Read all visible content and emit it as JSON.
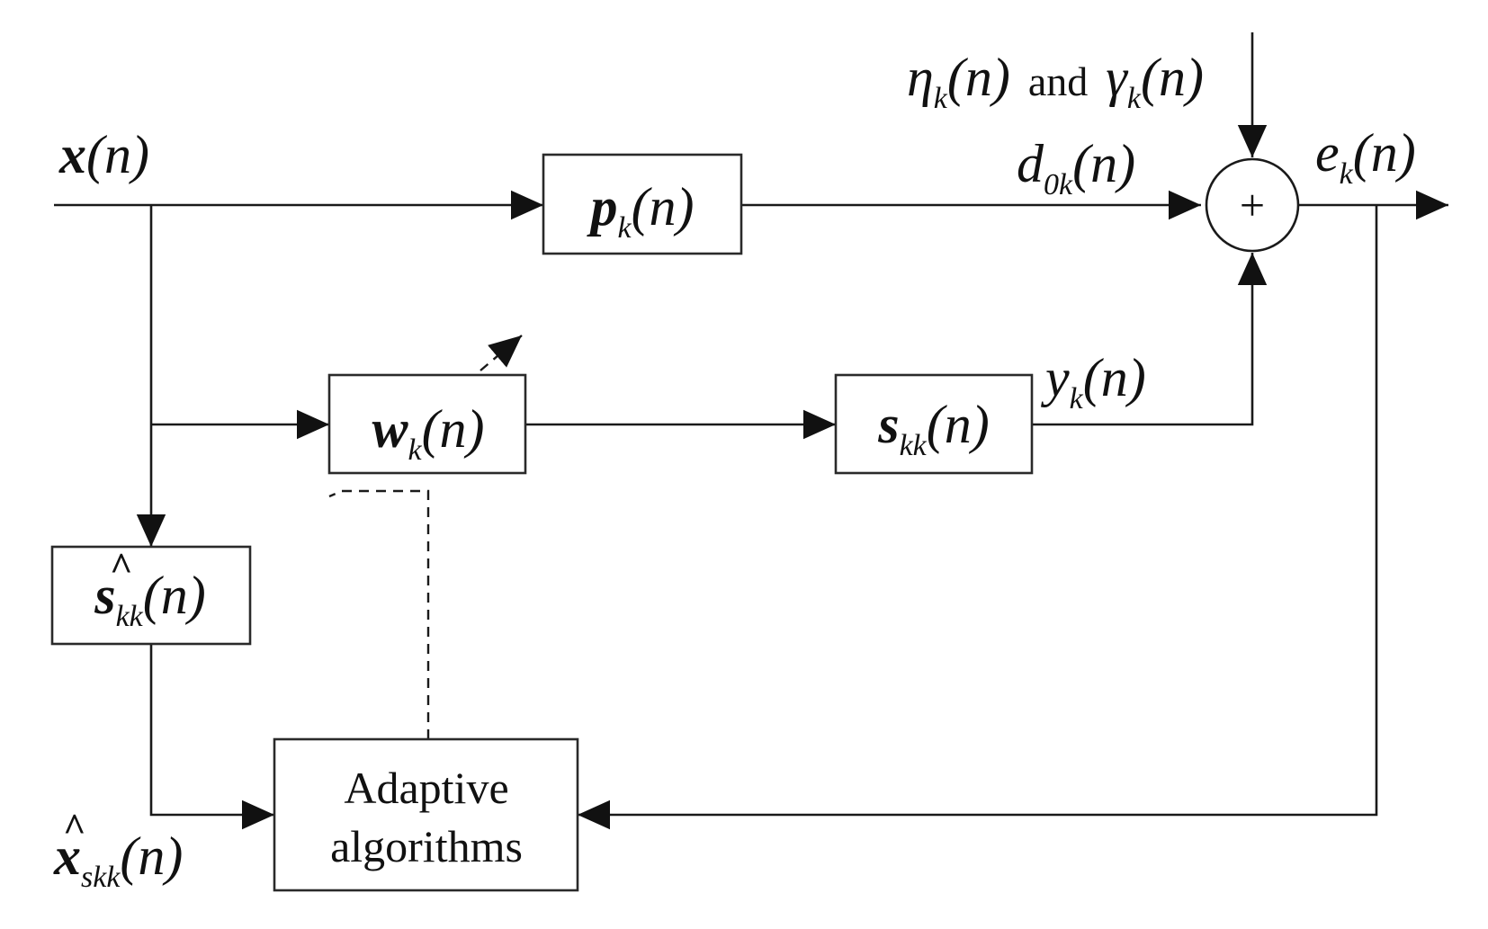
{
  "blocks": {
    "primary_path": {
      "sym": "p",
      "sub": "k",
      "arg": "(n)"
    },
    "control_filter": {
      "sym": "w",
      "sub": "k",
      "arg": "(n)"
    },
    "secondary_path": {
      "sym": "s",
      "sub": "kk",
      "arg": "(n)"
    },
    "secondary_estimate": {
      "hat": "^",
      "sym": "s",
      "sub": "kk",
      "arg": "(n)"
    },
    "adaptive": {
      "line1": "Adaptive",
      "line2": "algorithms"
    }
  },
  "signals": {
    "input": {
      "sym": "x",
      "arg": "(n)"
    },
    "noise": {
      "sym1": "η",
      "sub1": "k",
      "arg1": "(n)",
      "and": "and",
      "sym2": "γ",
      "sub2": "k",
      "arg2": "(n)"
    },
    "desired": {
      "sym": "d",
      "sub": "0k",
      "arg": "(n)"
    },
    "error": {
      "sym": "e",
      "sub": "k",
      "arg": "(n)"
    },
    "output": {
      "sym": "y",
      "sub": "k",
      "arg": "(n)"
    },
    "filtered_ref": {
      "hat": "^",
      "sym": "x",
      "sub": "skk",
      "arg": "(n)"
    }
  },
  "summer": {
    "symbol": "+"
  }
}
